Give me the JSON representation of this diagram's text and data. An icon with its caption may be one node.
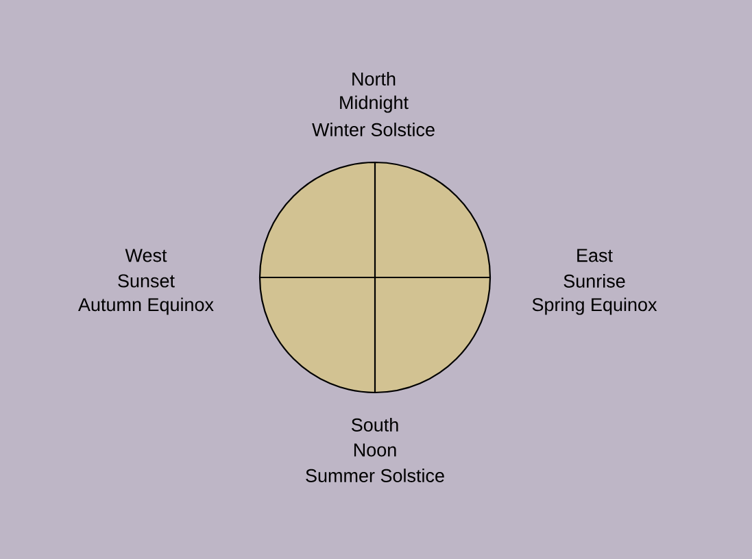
{
  "diagram": {
    "labels": [
      "North",
      "Midnight",
      "Winter Solstice",
      "West",
      "Sunset",
      "Autumn Equinox",
      "East",
      "Sunrise",
      "Spring Equinox",
      "South",
      "Noon",
      "Summer Solstice"
    ]
  }
}
